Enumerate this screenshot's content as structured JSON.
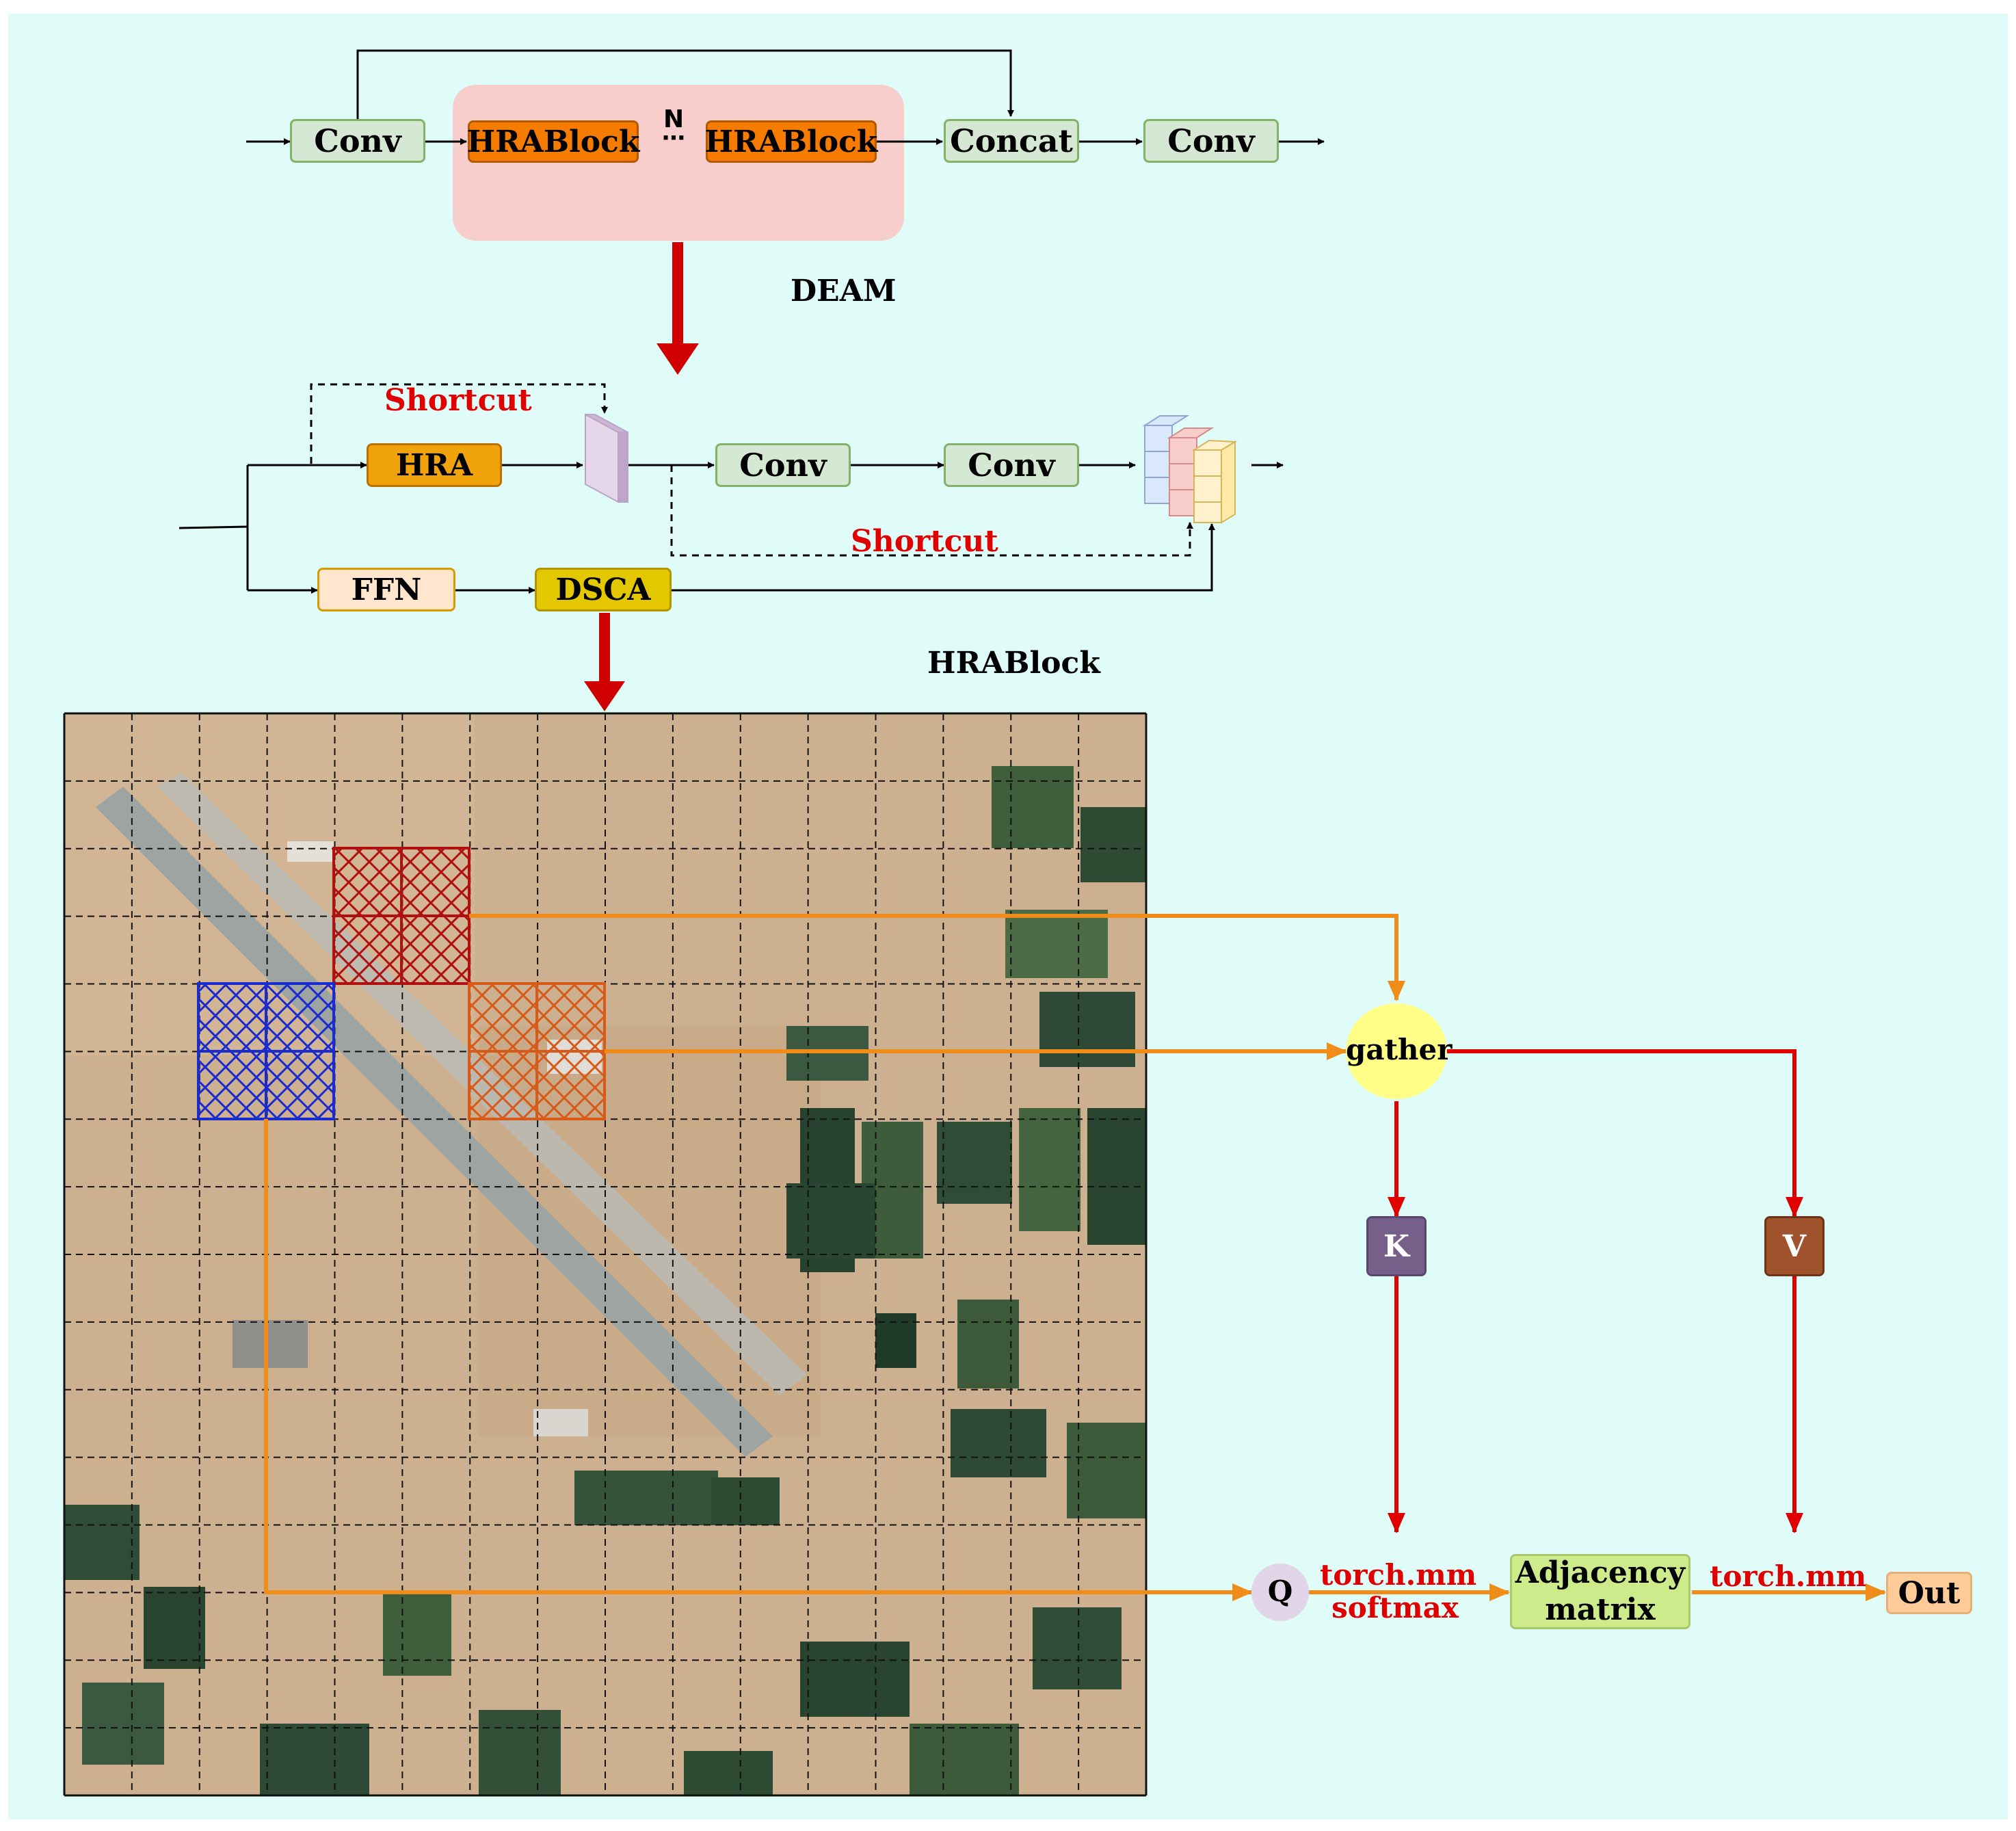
{
  "deam": {
    "conv_in": "Conv",
    "hrablock_1": "HRABlock",
    "repeat": "N",
    "hrablock_2": "HRABlock",
    "concat": "Concat",
    "conv_out": "Conv",
    "caption": "DEAM"
  },
  "hrablock": {
    "shortcut_top": "Shortcut",
    "hra": "HRA",
    "conv_1": "Conv",
    "conv_2": "Conv",
    "shortcut_bottom": "Shortcut",
    "ffn": "FFN",
    "dsca": "DSCA",
    "caption": "HRABlock"
  },
  "attention": {
    "gather": "gather",
    "k": "K",
    "v": "V",
    "q": "Q",
    "op_1_line1": "torch.mm",
    "op_1_line2": "softmax",
    "adjacency_line1": "Adjacency",
    "adjacency_line2": "matrix",
    "op_2": "torch.mm",
    "out": "Out"
  },
  "colors": {
    "background": "#dffcf8",
    "deam_group": "#f8cecc",
    "arrow_orange": "#f08c1a",
    "arrow_red": "#e00000",
    "region_red": "#b01010",
    "region_orange": "#e0601a",
    "region_blue": "#1a2bd0"
  }
}
